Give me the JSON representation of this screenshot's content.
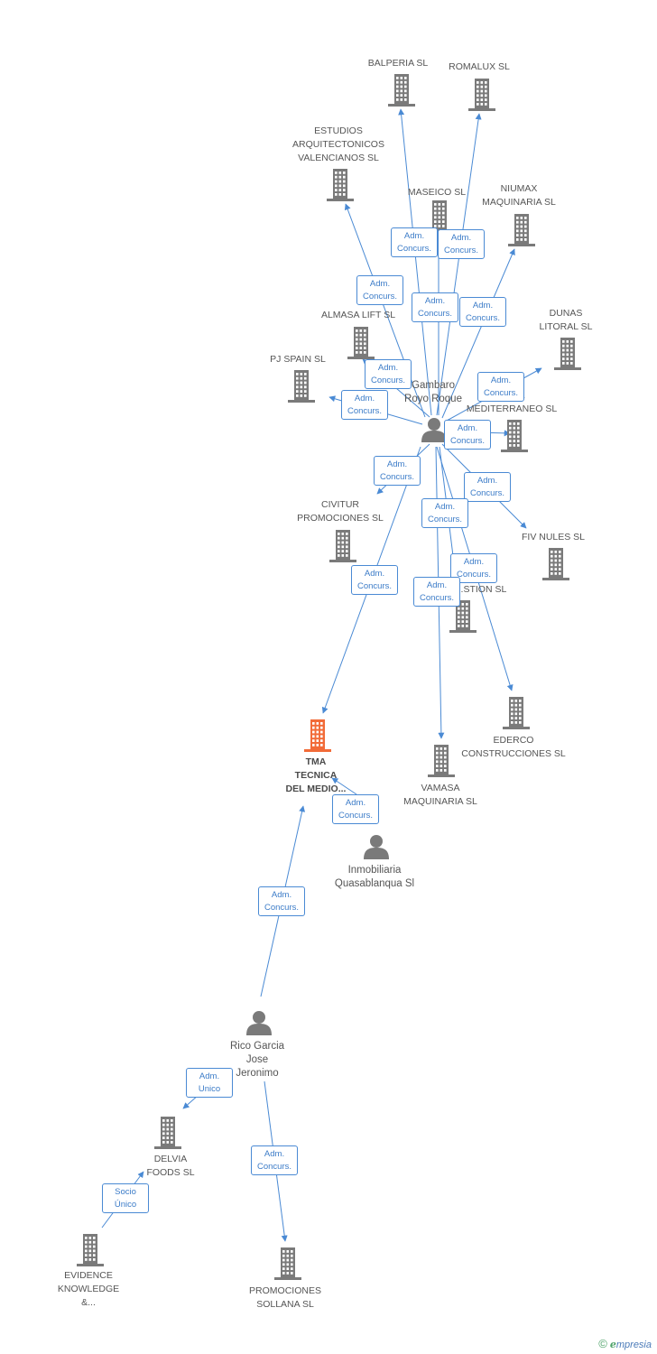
{
  "colors": {
    "edge": "#4a8ad4",
    "company_icon": "#7a7a7a",
    "focus_icon": "#f26b38",
    "person_icon": "#7a7a7a"
  },
  "icons": {
    "company": "building-icon",
    "person": "person-icon"
  },
  "nodes": [
    {
      "id": "balperia",
      "kind": "company",
      "label": "BALPERIA SL"
    },
    {
      "id": "romalux",
      "kind": "company",
      "label": "ROMALUX SL"
    },
    {
      "id": "estudios",
      "kind": "company",
      "label": "ESTUDIOS\nARQUITECTONICOS\nVALENCIANOS SL"
    },
    {
      "id": "maseico",
      "kind": "company",
      "label": "MASEICO SL"
    },
    {
      "id": "niumax",
      "kind": "company",
      "label": "NIUMAX\nMAQUINARIA SL"
    },
    {
      "id": "almasa",
      "kind": "company",
      "label": "ALMASA LIFT SL"
    },
    {
      "id": "dunas",
      "kind": "company",
      "label": "DUNAS\nLITORAL SL"
    },
    {
      "id": "pjspain",
      "kind": "company",
      "label": "PJ SPAIN  SL"
    },
    {
      "id": "gambaro",
      "kind": "person",
      "label": "Gambaro\nRoyo Roque"
    },
    {
      "id": "mediterraneo",
      "kind": "company",
      "label": "...DEL\nMEDITERRANEO SL"
    },
    {
      "id": "civitur",
      "kind": "company",
      "label": "CIVITUR\nPROMOCIONES SL"
    },
    {
      "id": "fivnules",
      "kind": "company",
      "label": "FIV NULES SL"
    },
    {
      "id": "gestion",
      "kind": "company",
      "label": "...STION SL"
    },
    {
      "id": "ederco",
      "kind": "company",
      "label": "EDERCO\nCONSTRUCCIONES SL"
    },
    {
      "id": "tma",
      "kind": "focus",
      "label": "TMA\nTECNICA\nDEL MEDIO..."
    },
    {
      "id": "vamasa",
      "kind": "company",
      "label": "VAMASA\nMAQUINARIA SL"
    },
    {
      "id": "inmobiliaria",
      "kind": "person",
      "label": "Inmobiliaria\nQuasablanqua Sl"
    },
    {
      "id": "rico",
      "kind": "person",
      "label": "Rico Garcia\nJose\nJeronimo"
    },
    {
      "id": "delvia",
      "kind": "company",
      "label": "DELVIA\nFOODS  SL"
    },
    {
      "id": "evidence",
      "kind": "company",
      "label": "EVIDENCE\nKNOWLEDGE\n&..."
    },
    {
      "id": "promociones",
      "kind": "company",
      "label": "PROMOCIONES\nSOLLANA SL"
    }
  ],
  "edges": [
    {
      "from": "gambaro",
      "to": "balperia",
      "label": "Adm.\nConcurs."
    },
    {
      "from": "gambaro",
      "to": "romalux",
      "label": "Adm.\nConcurs."
    },
    {
      "from": "gambaro",
      "to": "estudios",
      "label": "Adm.\nConcurs."
    },
    {
      "from": "gambaro",
      "to": "maseico",
      "label": "Adm.\nConcurs."
    },
    {
      "from": "gambaro",
      "to": "niumax",
      "label": "Adm.\nConcurs."
    },
    {
      "from": "gambaro",
      "to": "almasa",
      "label": "Adm.\nConcurs."
    },
    {
      "from": "gambaro",
      "to": "dunas",
      "label": "Adm.\nConcurs."
    },
    {
      "from": "gambaro",
      "to": "pjspain",
      "label": "Adm.\nConcurs."
    },
    {
      "from": "gambaro",
      "to": "mediterraneo",
      "label": "Adm.\nConcurs."
    },
    {
      "from": "gambaro",
      "to": "civitur",
      "label": "Adm.\nConcurs."
    },
    {
      "from": "gambaro",
      "to": "fivnules",
      "label": "Adm.\nConcurs."
    },
    {
      "from": "gambaro",
      "to": "gestion",
      "label": "Adm.\nConcurs."
    },
    {
      "from": "gambaro",
      "to": "ederco",
      "label": "Adm.\nConcurs."
    },
    {
      "from": "gambaro",
      "to": "vamasa",
      "label": "Adm.\nConcurs."
    },
    {
      "from": "gambaro",
      "to": "tma",
      "label": "Adm.\nConcurs."
    },
    {
      "from": "inmobiliaria",
      "to": "tma",
      "label": "Adm.\nConcurs."
    },
    {
      "from": "rico",
      "to": "tma",
      "label": "Adm.\nConcurs."
    },
    {
      "from": "rico",
      "to": "delvia",
      "label": "Adm.\nUnico"
    },
    {
      "from": "rico",
      "to": "promociones",
      "label": "Adm.\nConcurs."
    },
    {
      "from": "evidence",
      "to": "delvia",
      "label": "Socio\nÚnico"
    }
  ],
  "brand": {
    "copyright": "©",
    "initial": "e",
    "name": "mpresia"
  }
}
